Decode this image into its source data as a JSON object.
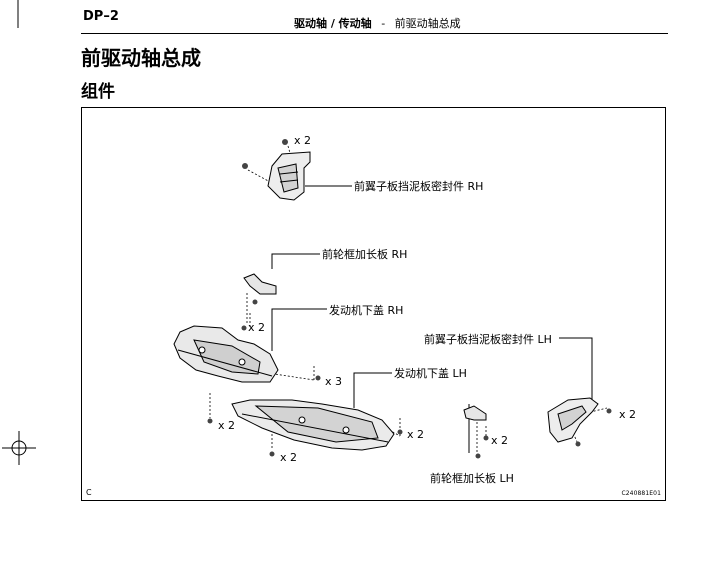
{
  "header": {
    "page_code": "DP–2",
    "section_bold": "驱动轴 / 传动轴",
    "separator": "-",
    "subject": "前驱动轴总成"
  },
  "title": "前驱动轴总成",
  "section": "组件",
  "figure": {
    "labels": {
      "fender_seal_rh": "前翼子板挡泥板密封件 RH",
      "wheel_brace_rh": "前轮框加长板 RH",
      "engine_cover_rh": "发动机下盖 RH",
      "fender_seal_lh": "前翼子板挡泥板密封件 LH",
      "engine_cover_lh": "发动机下盖 LH",
      "wheel_brace_lh": "前轮框加长板 LH"
    },
    "quantities": {
      "q1": "x 2",
      "q2": "x 2",
      "q3": "x 3",
      "q4": "x 2",
      "q5": "x 2",
      "q6": "x 2",
      "q7": "x 2",
      "q8": "x 2"
    },
    "corner_letter": "C",
    "figure_code": "C240881E01"
  }
}
